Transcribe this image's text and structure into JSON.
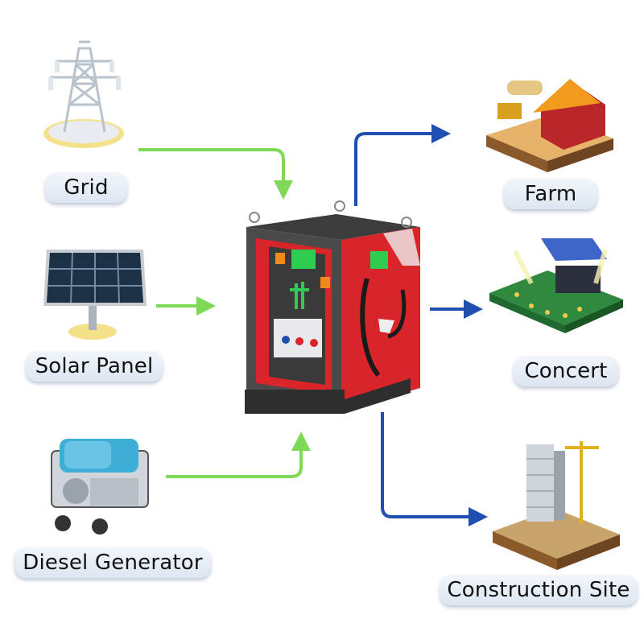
{
  "sources": [
    {
      "label": "Grid",
      "icon": "power-tower-icon"
    },
    {
      "label": "Solar Panel",
      "icon": "solar-panel-icon"
    },
    {
      "label": "Diesel Generator",
      "icon": "diesel-generator-icon"
    }
  ],
  "destinations": [
    {
      "label": "Farm",
      "icon": "farm-icon"
    },
    {
      "label": "Concert",
      "icon": "concert-stage-icon"
    },
    {
      "label": "Construction Site",
      "icon": "construction-site-icon"
    }
  ],
  "center": {
    "icon": "portable-charging-station-icon"
  },
  "colors": {
    "input_arrow": "#7ed957",
    "output_arrow": "#1f4fb0",
    "unit_red": "#d9252a",
    "unit_frame": "#4a4a4a"
  }
}
